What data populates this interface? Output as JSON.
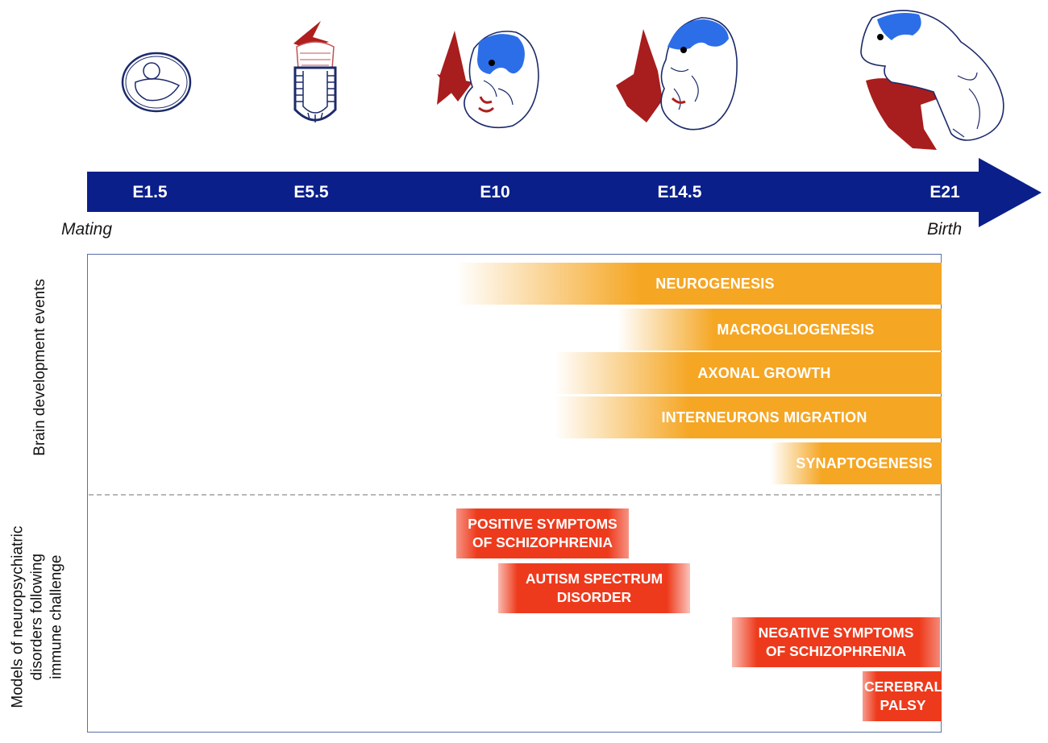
{
  "timeline": {
    "stages": [
      "E1.5",
      "E5.5",
      "E10",
      "E14.5",
      "E21"
    ],
    "start_label": "Mating",
    "end_label": "Birth",
    "arrow_color": "#0b1f8a"
  },
  "brain_events": {
    "axis_label": "Brain development events",
    "color": "#f5a623",
    "items": [
      {
        "label": "NEUROGENESIS"
      },
      {
        "label": "MACROGLIOGENESIS"
      },
      {
        "label": "AXONAL GROWTH"
      },
      {
        "label": "INTERNEURONS MIGRATION"
      },
      {
        "label": "SYNAPTOGENESIS"
      }
    ]
  },
  "disorders": {
    "axis_label_lines": [
      "Models of neuropsychiatric",
      "disorders  following",
      "immune challenge"
    ],
    "color": "#ee3a1c",
    "items": [
      {
        "line1": "POSITIVE SYMPTOMS",
        "line2": "OF SCHIZOPHRENIA"
      },
      {
        "line1": "AUTISM SPECTRUM",
        "line2": "DISORDER"
      },
      {
        "line1": "NEGATIVE SYMPTOMS",
        "line2": "OF SCHIZOPHRENIA"
      },
      {
        "line1": "CEREBRAL",
        "line2": "PALSY"
      }
    ]
  }
}
